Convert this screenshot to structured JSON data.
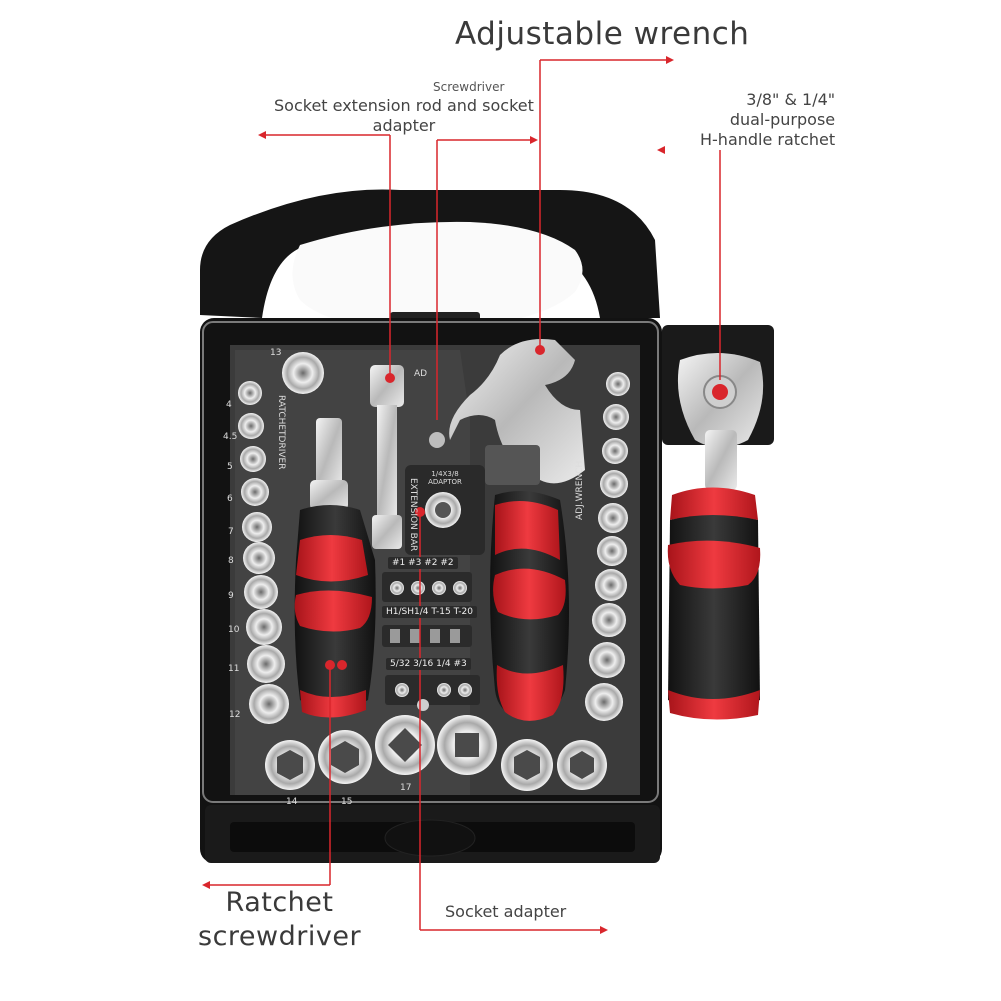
{
  "labels": {
    "adjustable_wrench": "Adjustable wrench",
    "screwdriver": "Screwdriver",
    "socket_extension_line1": "Socket extension rod and socket",
    "socket_extension_line2": "adapter",
    "ratchet_line1": "3/8\" & 1/4\"",
    "ratchet_line2": "dual-purpose",
    "ratchet_line3": "H-handle ratchet",
    "ratchet_screwdriver_line1": "Ratchet",
    "ratchet_screwdriver_line2": "screwdriver",
    "socket_adapter": "Socket adapter"
  },
  "case_markings": {
    "left_sizes": [
      "13",
      "4",
      "4.5",
      "5",
      "6",
      "7",
      "8",
      "9",
      "10",
      "11",
      "12"
    ],
    "bottom_sizes": [
      "14",
      "15",
      "17"
    ],
    "ratchetdriver": "RATCHETDRIVER",
    "adj_wrench": "ADJ.WRENCH",
    "ad": "AD",
    "adaptor": "1/4X3/8 ADAPTOR",
    "extension_bar": "EXTENSION BAR",
    "bit_row1": "#1  #3  #2  #2",
    "bit_row2": "H1/SH1/4 T-15 T-20",
    "bit_row3": "5/32 3/16 1/4 #3"
  },
  "colors": {
    "accent_red": "#d9262c",
    "handle_red": "#e0323a",
    "case_black": "#141414",
    "tray_gray": "#3d3d3d",
    "chrome": "#d8d8d8"
  }
}
